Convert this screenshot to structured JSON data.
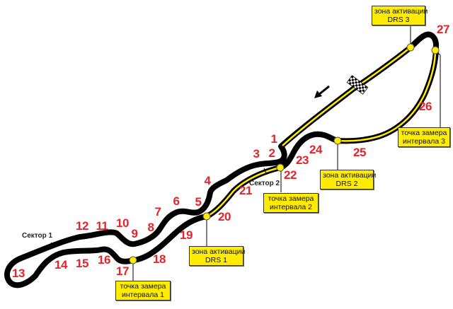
{
  "turns": [
    "1",
    "2",
    "3",
    "4",
    "5",
    "6",
    "7",
    "8",
    "9",
    "10",
    "11",
    "12",
    "13",
    "14",
    "15",
    "16",
    "17",
    "18",
    "19",
    "20",
    "21",
    "22",
    "23",
    "24",
    "25",
    "26",
    "27"
  ],
  "sectors": [
    "Сектор 1",
    "Сектор 2"
  ],
  "callouts": [
    {
      "line1": "зона активации",
      "line2": "DRS 3"
    },
    {
      "line1": "точка замера",
      "line2": "интервала 3"
    },
    {
      "line1": "зона активации",
      "line2": "DRS 2"
    },
    {
      "line1": "точка замера",
      "line2": "интервала 2"
    },
    {
      "line1": "зона активации",
      "line2": "DRS 1"
    },
    {
      "line1": "точка замера",
      "line2": "интервала 1"
    }
  ],
  "icons": {
    "direction": "arrow-down-left-icon",
    "finish": "checkered-flag-icon"
  },
  "colors": {
    "track": "#000000",
    "drs": "#ffec00",
    "turn_number": "#e3242b"
  }
}
